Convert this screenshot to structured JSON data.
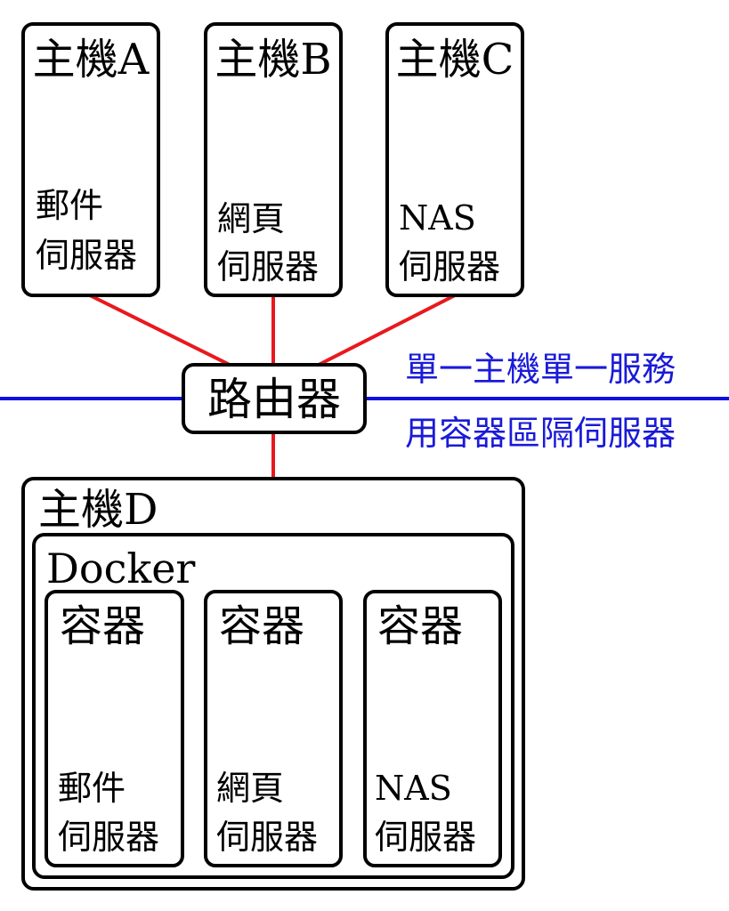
{
  "hosts": [
    {
      "title": "主機A",
      "service_line1": "郵件",
      "service_line2": "伺服器"
    },
    {
      "title": "主機B",
      "service_line1": "網頁",
      "service_line2": "伺服器"
    },
    {
      "title": "主機C",
      "service_line1": "NAS",
      "service_line2": "伺服器"
    }
  ],
  "router": {
    "label": "路由器"
  },
  "network_labels": {
    "top": "單一主機單一服務",
    "bottom": "用容器區隔伺服器"
  },
  "host_d": {
    "title": "主機D",
    "docker_label": "Docker",
    "containers": [
      {
        "title": "容器",
        "service_line1": "郵件",
        "service_line2": "伺服器"
      },
      {
        "title": "容器",
        "service_line1": "網頁",
        "service_line2": "伺服器"
      },
      {
        "title": "容器",
        "service_line1": "NAS",
        "service_line2": "伺服器"
      }
    ]
  },
  "colors": {
    "box_stroke": "#000000",
    "link_line": "#e8191e",
    "divider_line": "#1010e0",
    "divider_text": "#1a1ad8"
  }
}
